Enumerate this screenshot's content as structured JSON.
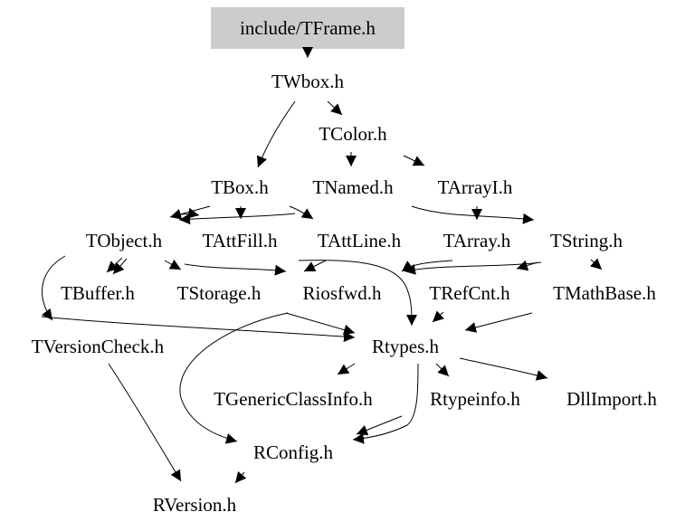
{
  "colors": {
    "background": "#ffffff",
    "root_fill": "#cccccc",
    "edge": "#000000",
    "text": "#000000"
  },
  "nodes": {
    "tframe": "include/TFrame.h",
    "twbox": "TWbox.h",
    "tcolor": "TColor.h",
    "tbox": "TBox.h",
    "tnamed": "TNamed.h",
    "tarrayi": "TArrayI.h",
    "tobject": "TObject.h",
    "tattfill": "TAttFill.h",
    "tattline": "TAttLine.h",
    "tarray": "TArray.h",
    "tstring": "TString.h",
    "tbuffer": "TBuffer.h",
    "tstorage": "TStorage.h",
    "riosfwd": "Riosfwd.h",
    "trefcnt": "TRefCnt.h",
    "tmathbase": "TMathBase.h",
    "tversioncheck": "TVersionCheck.h",
    "rtypes": "Rtypes.h",
    "tgenericclassinfo": "TGenericClassInfo.h",
    "rtypeinfo": "Rtypeinfo.h",
    "dllimport": "DllImport.h",
    "rconfig": "RConfig.h",
    "rversion": "RVersion.h"
  }
}
